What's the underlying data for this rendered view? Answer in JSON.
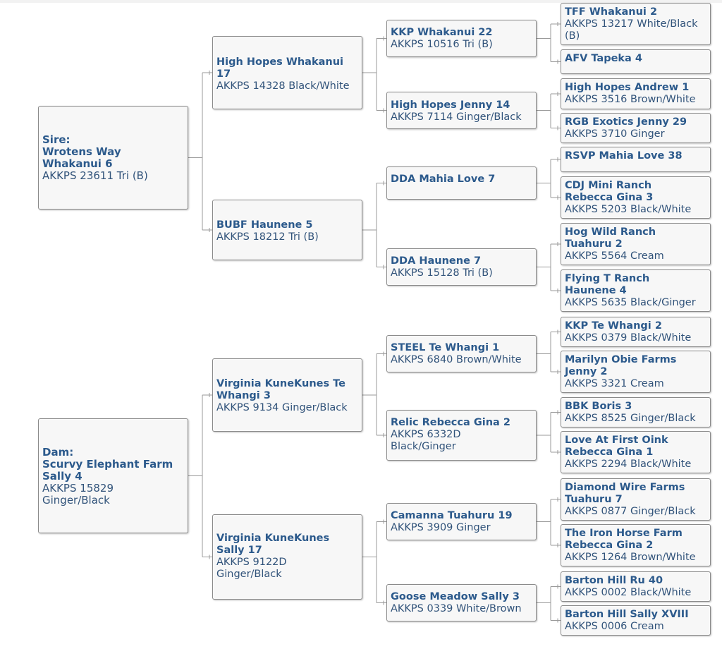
{
  "pedigree": {
    "sire": {
      "role": "Sire:",
      "name": "Wrotens Way\n Whakanui 6",
      "reg": "AKKPS 23611 Tri (B)"
    },
    "sire_sire": {
      "name": "High Hopes Whakanui\n17",
      "reg": "AKKPS 14328 Black/White"
    },
    "sire_sire_sire": {
      "name": "KKP Whakanui 22",
      "reg": "AKKPS 10516 Tri (B)"
    },
    "sire_sire_sire_sire": {
      "name": "TFF Whakanui 2",
      "reg": "AKKPS 13217 White/Black\n(B)"
    },
    "sire_sire_sire_dam": {
      "name": "AFV Tapeka 4",
      "reg": ""
    },
    "sire_sire_dam": {
      "name": "High Hopes Jenny 14",
      "reg": "AKKPS 7114 Ginger/Black"
    },
    "sire_sire_dam_sire": {
      "name": "High Hopes Andrew 1",
      "reg": "AKKPS 3516 Brown/White"
    },
    "sire_sire_dam_dam": {
      "name": "RGB Exotics Jenny 29",
      "reg": "AKKPS 3710 Ginger"
    },
    "sire_dam": {
      "name": "BUBF Haunene 5",
      "reg": "AKKPS 18212 Tri (B)"
    },
    "sire_dam_sire": {
      "name": "DDA Mahia Love 7",
      "reg": ""
    },
    "sire_dam_sire_sire": {
      "name": "RSVP Mahia Love 38",
      "reg": ""
    },
    "sire_dam_sire_dam": {
      "name": "CDJ Mini Ranch\n Rebecca Gina 3",
      "reg": "AKKPS 5203 Black/White"
    },
    "sire_dam_dam": {
      "name": "DDA Haunene 7",
      "reg": "AKKPS 15128 Tri (B)"
    },
    "sire_dam_dam_sire": {
      "name": "Hog Wild Ranch\n Tuahuru 2",
      "reg": "AKKPS 5564 Cream"
    },
    "sire_dam_dam_dam": {
      "name": "Flying T Ranch\n Haunene 4",
      "reg": "AKKPS 5635 Black/Ginger"
    },
    "dam": {
      "role": "Dam:",
      "name": "Scurvy Elephant Farm\n Sally 4",
      "reg": "AKKPS 15829\n Ginger/Black"
    },
    "dam_sire": {
      "name": "Virginia KuneKunes Te\n Whangi 3",
      "reg": "AKKPS 9134 Ginger/Black"
    },
    "dam_sire_sire": {
      "name": "STEEL Te Whangi 1",
      "reg": "AKKPS 6840 Brown/White"
    },
    "dam_sire_sire_sire": {
      "name": "KKP Te Whangi 2",
      "reg": "AKKPS 0379 Black/White"
    },
    "dam_sire_sire_dam": {
      "name": "Marilyn Obie Farms\n Jenny 2",
      "reg": "AKKPS 3321 Cream"
    },
    "dam_sire_dam": {
      "name": "Relic Rebecca Gina 2",
      "reg": "AKKPS 6332D\n Black/Ginger"
    },
    "dam_sire_dam_sire": {
      "name": "BBK Boris 3",
      "reg": "AKKPS 8525 Ginger/Black"
    },
    "dam_sire_dam_dam": {
      "name": "Love At First Oink\n Rebecca Gina 1",
      "reg": "AKKPS 2294 Black/White"
    },
    "dam_dam": {
      "name": "Virginia KuneKunes\n Sally 17",
      "reg": "AKKPS 9122D\n Ginger/Black"
    },
    "dam_dam_sire": {
      "name": "Camanna Tuahuru 19",
      "reg": "AKKPS 3909 Ginger"
    },
    "dam_dam_sire_sire": {
      "name": "Diamond Wire Farms\n Tuahuru 7",
      "reg": "AKKPS 0877 Ginger/Black"
    },
    "dam_dam_sire_dam": {
      "name": "The Iron Horse Farm\n Rebecca Gina 2",
      "reg": "AKKPS 1264 Brown/White"
    },
    "dam_dam_dam": {
      "name": "Goose Meadow Sally 3",
      "reg": "AKKPS 0339 White/Brown"
    },
    "dam_dam_dam_sire": {
      "name": "Barton Hill Ru 40",
      "reg": "AKKPS 0002 Black/White"
    },
    "dam_dam_dam_dam": {
      "name": "Barton Hill Sally XVIII",
      "reg": "AKKPS 0006 Cream"
    }
  },
  "colors": {
    "name": "#2c5a8c",
    "border": "#8a8a8a",
    "box_bg": "#f7f7f7",
    "connector": "#9a9a9a"
  }
}
